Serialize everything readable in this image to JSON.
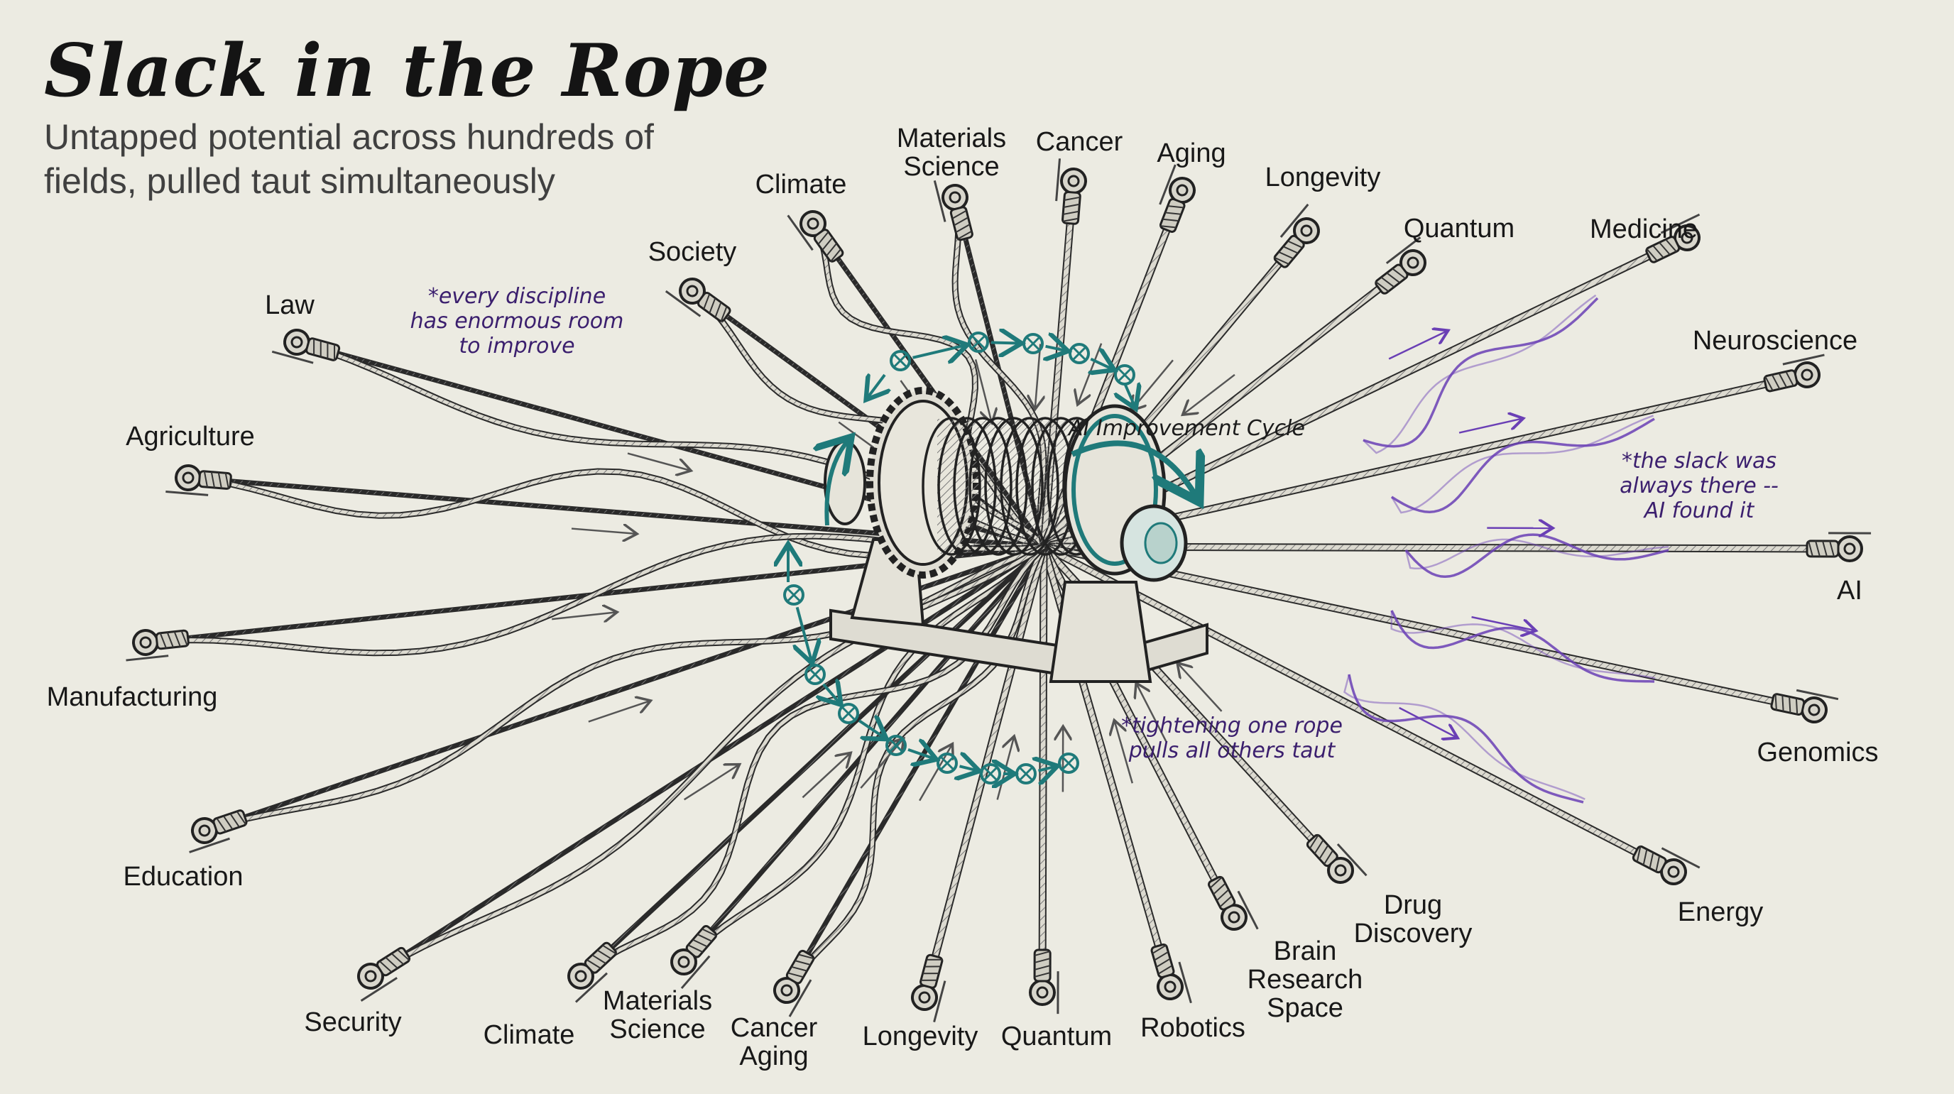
{
  "header": {
    "title": "Slack in the Rope",
    "subtitle": "Untapped potential across hundreds of fields, pulled taut simultaneously"
  },
  "colors": {
    "background": "#ecebe2",
    "ink": "#1e1e1e",
    "rope_fill": "#dcdad0",
    "teal_cycle": "#1f7a7a",
    "purple_wave": "#6a3fb5",
    "annotation": "#3b1f6e"
  },
  "center": {
    "label": "AI Improvement Cycle",
    "object": "winch-drum"
  },
  "annotations": [
    {
      "id": "every-discipline",
      "text": "*every discipline\nhas enormous room\nto improve"
    },
    {
      "id": "slack-always-there",
      "text": "*the slack was\nalways there --\nAI found it"
    },
    {
      "id": "tightening-one-rope",
      "text": "*tightening one rope\npulls all others taut"
    }
  ],
  "ropes": [
    {
      "label": "Law",
      "state": "slack",
      "side": "left"
    },
    {
      "label": "Agriculture",
      "state": "slack",
      "side": "left"
    },
    {
      "label": "Manufacturing",
      "state": "slack",
      "side": "left"
    },
    {
      "label": "Education",
      "state": "slack",
      "side": "left"
    },
    {
      "label": "Society",
      "state": "slack",
      "side": "top"
    },
    {
      "label": "Climate",
      "state": "slack",
      "side": "top"
    },
    {
      "label": "Materials\nScience",
      "state": "slack",
      "side": "top"
    },
    {
      "label": "Cancer",
      "state": "taut",
      "side": "top"
    },
    {
      "label": "Aging",
      "state": "taut",
      "side": "top"
    },
    {
      "label": "Longevity",
      "state": "taut",
      "side": "top"
    },
    {
      "label": "Quantum",
      "state": "taut",
      "side": "top"
    },
    {
      "label": "Medicine",
      "state": "taut",
      "side": "right"
    },
    {
      "label": "Neuroscience",
      "state": "taut",
      "side": "right"
    },
    {
      "label": "AI",
      "state": "taut",
      "side": "right"
    },
    {
      "label": "Genomics",
      "state": "taut",
      "side": "right"
    },
    {
      "label": "Energy",
      "state": "taut",
      "side": "right"
    },
    {
      "label": "Drug\nDiscovery",
      "state": "taut",
      "side": "bottom"
    },
    {
      "label": "Brain\nResearch\nSpace",
      "state": "taut",
      "side": "bottom"
    },
    {
      "label": "Robotics",
      "state": "taut",
      "side": "bottom"
    },
    {
      "label": "Quantum",
      "state": "taut",
      "side": "bottom"
    },
    {
      "label": "Longevity",
      "state": "taut",
      "side": "bottom"
    },
    {
      "label": "Cancer\nAging",
      "state": "slack",
      "side": "bottom"
    },
    {
      "label": "Materials\nScience",
      "state": "slack",
      "side": "bottom"
    },
    {
      "label": "Climate",
      "state": "slack",
      "side": "bottom"
    },
    {
      "label": "Security",
      "state": "slack",
      "side": "bottom"
    }
  ]
}
